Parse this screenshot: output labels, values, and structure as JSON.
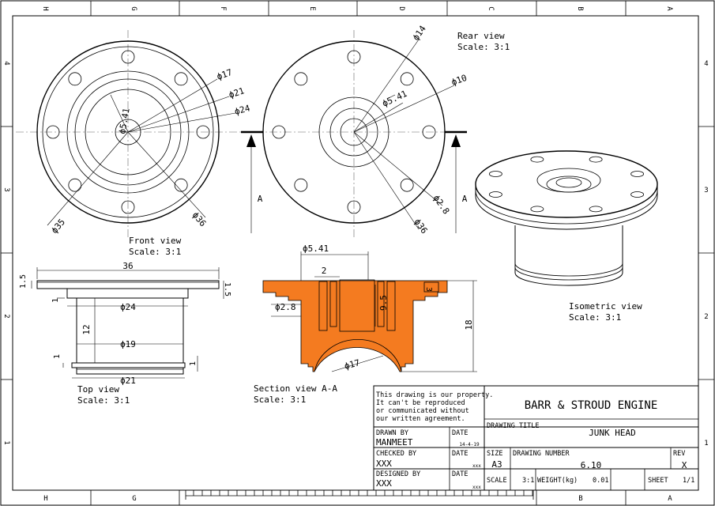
{
  "grid": {
    "top_cols": [
      "H",
      "G",
      "F",
      "E",
      "D",
      "C",
      "B",
      "A"
    ],
    "bottom_cols": [
      "H",
      "G",
      "B",
      "A"
    ],
    "rows": [
      "4",
      "3",
      "2",
      "1"
    ]
  },
  "views": {
    "front": {
      "name": "Front view",
      "scale": "Scale:  3:1"
    },
    "rear": {
      "name": "Rear view",
      "scale": "Scale:  3:1"
    },
    "top": {
      "name": "Top view",
      "scale": "Scale:  3:1"
    },
    "section": {
      "name": "Section view A-A",
      "scale": "Scale:  3:1"
    },
    "iso": {
      "name": "Isometric view",
      "scale": "Scale:  3:1"
    }
  },
  "dims": {
    "front": [
      "ϕ17",
      "ϕ21",
      "ϕ24",
      "ϕ5.41",
      "ϕ35",
      "ϕ36"
    ],
    "rear": [
      "ϕ14",
      "ϕ10",
      "ϕ5.41",
      "ϕ2.8",
      "ϕ36"
    ],
    "section_marks": [
      "A",
      "A"
    ],
    "top": [
      "36",
      "1.5",
      "1",
      "1.5",
      "ϕ24",
      "12",
      "ϕ19",
      "1",
      "1",
      "ϕ21"
    ],
    "section": [
      "ϕ5.41",
      "2",
      "3",
      "ϕ2.8",
      "9.5",
      "18",
      "ϕ17"
    ]
  },
  "title_block": {
    "notice": [
      "This drawing is our property.",
      "It can't be reproduced",
      "or communicated without",
      "our written agreement."
    ],
    "company": "BARR & STROUD ENGINE",
    "drawn_by_label": "DRAWN BY",
    "drawn_by": "MANMEET",
    "date_label": "DATE",
    "drawn_date": "14-4-19",
    "checked_by_label": "CHECKED BY",
    "checked_by": "XXX",
    "checked_date": "xxx",
    "designed_by_label": "DESIGNED BY",
    "designed_by": "XXX",
    "designed_date": "xxx",
    "drawing_title_label": "DRAWING TITLE",
    "drawing_title": "JUNK HEAD",
    "size_label": "SIZE",
    "size": "A3",
    "drawing_number_label": "DRAWING NUMBER",
    "drawing_number": "6.10",
    "rev_label": "REV",
    "rev": "X",
    "scale_label": "SCALE",
    "scale": "3:1",
    "weight_label": "WEIGHT(kg)",
    "weight": "0.01",
    "sheet_label": "SHEET",
    "sheet": "1/1"
  },
  "colors": {
    "section_fill": "#f47b20",
    "line": "#000000"
  }
}
